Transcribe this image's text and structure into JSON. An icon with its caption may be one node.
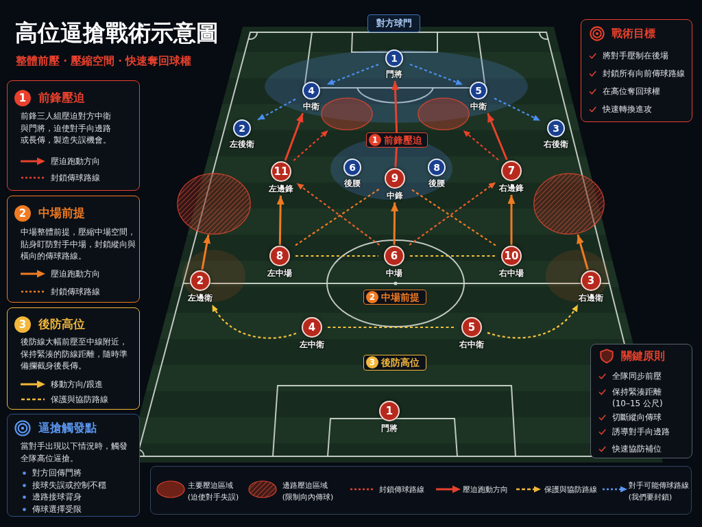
{
  "diagram": {
    "title": "高位逼搶戰術示意圖",
    "nodes": [
      {
        "text": [
          "1",
          "前鋒壓迫",
          "前鋒三人組壓迫對方中衛與門將，迫使對手向邊路或長傳，製造失誤機會。"
        ]
      },
      {
        "text": [
          "2",
          "中場前提",
          "中場整體前提，壓縮中場空間，貼身盯防對手中場，封鎖縱向與橫向的傳球路線。"
        ]
      },
      {
        "text": [
          "3",
          "後防高位",
          "後防線大幅前壓至中線附近，保持緊湊的防線距離，隨時準備攔截身後長傳。"
        ]
      },
      {
        "text": [
          "逼搶觸發點",
          "當對手出現以下情況時，觸發全隊高位逼搶。",
          "對方回傳門將",
          "接球失誤或控制不穩",
          "邊路接球背身",
          "傳球選擇受限"
        ]
      },
      {
        "text": [
          "對方球門"
        ]
      },
      {
        "text": [
          "1"
        ],
        "beside": [
          "門將"
        ]
      },
      {
        "text": [
          "4"
        ],
        "beside": [
          "中衛"
        ]
      },
      {
        "text": [
          "5"
        ],
        "beside": [
          "中衛"
        ]
      },
      {
        "text": [
          "2"
        ],
        "beside": [
          "左後衛"
        ]
      },
      {
        "text": [
          "3"
        ],
        "beside": [
          "右後衛"
        ]
      },
      {
        "text": [
          "1",
          "前鋒壓迫"
        ]
      },
      {
        "text": [
          "6"
        ],
        "beside": [
          "後腰"
        ]
      },
      {
        "text": [
          "8"
        ],
        "beside": [
          "後腰"
        ]
      },
      {
        "text": [
          "11"
        ],
        "beside": [
          "左邊鋒"
        ]
      },
      {
        "text": [
          "9"
        ],
        "beside": [
          "中鋒"
        ]
      },
      {
        "text": [
          "7"
        ],
        "beside": [
          "右邊鋒"
        ]
      },
      {
        "text": [
          "8"
        ],
        "beside": [
          "左中場"
        ]
      },
      {
        "text": [
          "6"
        ],
        "beside": [
          "中場"
        ]
      },
      {
        "text": [
          "10"
        ],
        "beside": [
          "右中場"
        ]
      },
      {
        "text": [
          "2"
        ],
        "beside": [
          "左邊衛"
        ]
      },
      {
        "text": [
          "3"
        ],
        "beside": [
          "右邊衛"
        ]
      },
      {
        "text": [
          "2",
          "中場前提"
        ]
      },
      {
        "text": [
          "4"
        ],
        "beside": [
          "左中衛"
        ]
      },
      {
        "text": [
          "5"
        ],
        "beside": [
          "右中衛"
        ]
      },
      {
        "text": [
          "3",
          "後防高位"
        ]
      },
      {
        "text": [
          "1"
        ],
        "beside": [
          "門將"
        ]
      },
      {
        "text": [
          "戰術目標",
          "將對手壓制在後場",
          "封鎖所有向前傳球路線",
          "在高位奪回球權",
          "快速轉換進攻"
        ]
      },
      {
        "text": [
          "關鍵原則",
          "全隊同步前壓",
          "保持緊湊距離 (10–15 公尺)",
          "切斷縱向傳球",
          "誘導對手向邊路",
          "快速協防補位"
        ]
      },
      {
        "text": [],
        "shape": "ellipse"
      },
      {
        "text": [],
        "shape": "ellipse"
      },
      {
        "text": [],
        "shape": "ellipse"
      },
      {
        "text": [],
        "shape": "ellipse"
      }
    ],
    "edges": [
      {
        "from": 5,
        "to": 6,
        "arrow": "to",
        "style": "dashed",
        "color": "#4a8ef0"
      },
      {
        "from": 5,
        "to": 7,
        "arrow": "to",
        "style": "dashed",
        "color": "#4a8ef0"
      },
      {
        "from": 6,
        "to": 8,
        "arrow": "to",
        "style": "dashed",
        "color": "#4a8ef0"
      },
      {
        "from": 7,
        "to": 9,
        "arrow": "to",
        "style": "dashed",
        "color": "#4a8ef0"
      },
      {
        "from": 13,
        "to": 6,
        "arrow": "to",
        "color": "#e8412d"
      },
      {
        "from": 14,
        "to": 10,
        "arrow": "none",
        "color": "#e8412d"
      },
      {
        "from": 10,
        "to": 5,
        "arrow": "to",
        "color": "#e8412d"
      },
      {
        "from": 15,
        "to": 7,
        "arrow": "to",
        "color": "#e8412d"
      },
      {
        "from": 13,
        "to": 28,
        "arrow": "to",
        "style": "dashed",
        "color": "#e8412d"
      },
      {
        "from": 15,
        "to": 29,
        "arrow": "to",
        "style": "dashed",
        "color": "#e8412d"
      },
      {
        "from": 16,
        "to": 13,
        "arrow": "to",
        "color": "#f07b22"
      },
      {
        "from": 17,
        "to": 14,
        "arrow": "to",
        "color": "#f07b22"
      },
      {
        "from": 18,
        "to": 15,
        "arrow": "to",
        "color": "#f07b22"
      },
      {
        "from": 17,
        "to": 13,
        "arrow": "to",
        "style": "dashed",
        "color": "#ec5f2b"
      },
      {
        "from": 17,
        "to": 15,
        "arrow": "to",
        "style": "dashed",
        "color": "#ec5f2b"
      },
      {
        "from": 16,
        "to": 14,
        "arrow": "none",
        "style": "dashed",
        "color": "#f07b22"
      },
      {
        "from": 18,
        "to": 14,
        "arrow": "none",
        "style": "dashed",
        "color": "#f07b22"
      },
      {
        "from": 16,
        "to": 17,
        "arrow": "none",
        "style": "dashed",
        "color": "#f3c13a"
      },
      {
        "from": 17,
        "to": 18,
        "arrow": "none",
        "style": "dashed",
        "color": "#f3c13a"
      },
      {
        "from": 19,
        "to": 30,
        "arrow": "to",
        "color": "#f07b22"
      },
      {
        "from": 20,
        "to": 31,
        "arrow": "to",
        "color": "#f07b22"
      },
      {
        "from": 22,
        "to": 23,
        "arrow": "none",
        "style": "dashed",
        "color": "#f3c13a"
      },
      {
        "from": 22,
        "to": 19,
        "arrow": "to",
        "style": "dashed",
        "color": "#f3c13a"
      },
      {
        "from": 23,
        "to": 20,
        "arrow": "to",
        "style": "dashed",
        "color": "#f3c13a"
      }
    ],
    "labels": [
      "整體前壓・壓縮空間・快速奪回球權"
    ],
    "legend": [
      {
        "text": "壓迫跑動方向"
      },
      {
        "text": "封鎖傳球路線"
      },
      {
        "text": "壓迫跑動方向"
      },
      {
        "text": "封鎖傳球路線"
      },
      {
        "text": "移動方向/跟進"
      },
      {
        "text": "保護與協防路線"
      },
      {
        "text": "主要壓迫區域 (迫使對手失誤)"
      },
      {
        "text": "邊路壓迫區域 (限制向內傳球)"
      },
      {
        "text": "封鎖傳球路線"
      },
      {
        "text": "壓迫跑動方向"
      },
      {
        "text": "保護與協防路線"
      },
      {
        "text": "對手可能傳球路線 (我們要封鎖)"
      }
    ]
  }
}
